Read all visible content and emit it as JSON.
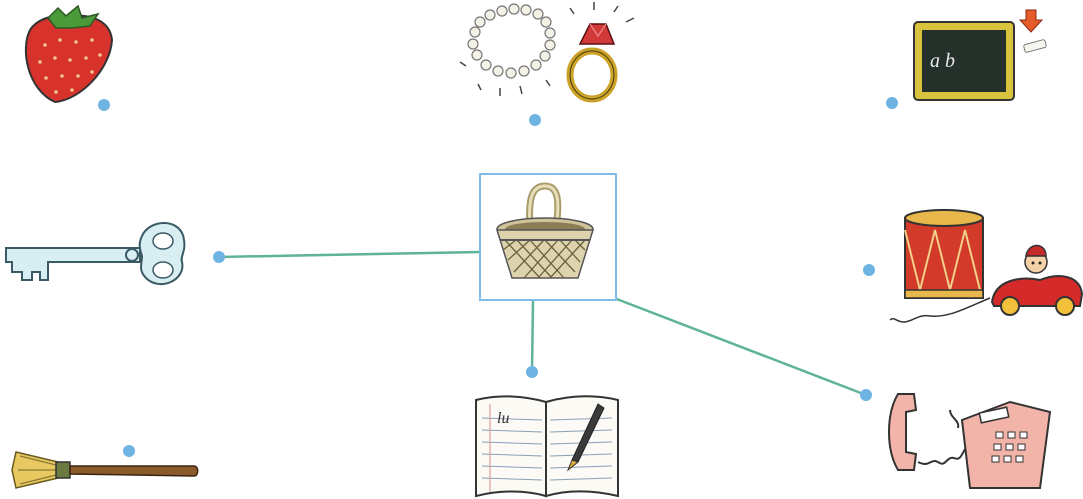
{
  "colors": {
    "dot": "#6fb3e3",
    "line": "#5fb39a",
    "center_frame": "#7fbde6"
  },
  "center": {
    "icon": "basket-icon",
    "label": ""
  },
  "items": [
    {
      "id": "strawberry",
      "icon": "strawberry-icon",
      "connected": false
    },
    {
      "id": "jewelry",
      "icon": "pearl-necklace-and-ring-icon",
      "connected": false
    },
    {
      "id": "chalkboard",
      "icon": "chalkboard-icon",
      "chalkboard_text": "a b",
      "connected": false
    },
    {
      "id": "key",
      "icon": "key-icon",
      "connected": true
    },
    {
      "id": "toys",
      "icon": "drum-and-toy-car-icon",
      "connected": false
    },
    {
      "id": "broom",
      "icon": "broom-icon",
      "connected": false
    },
    {
      "id": "notebook",
      "icon": "notebook-and-pen-icon",
      "notebook_text": "lu",
      "connected": true
    },
    {
      "id": "telephone",
      "icon": "telephone-icon",
      "connected": true
    }
  ]
}
